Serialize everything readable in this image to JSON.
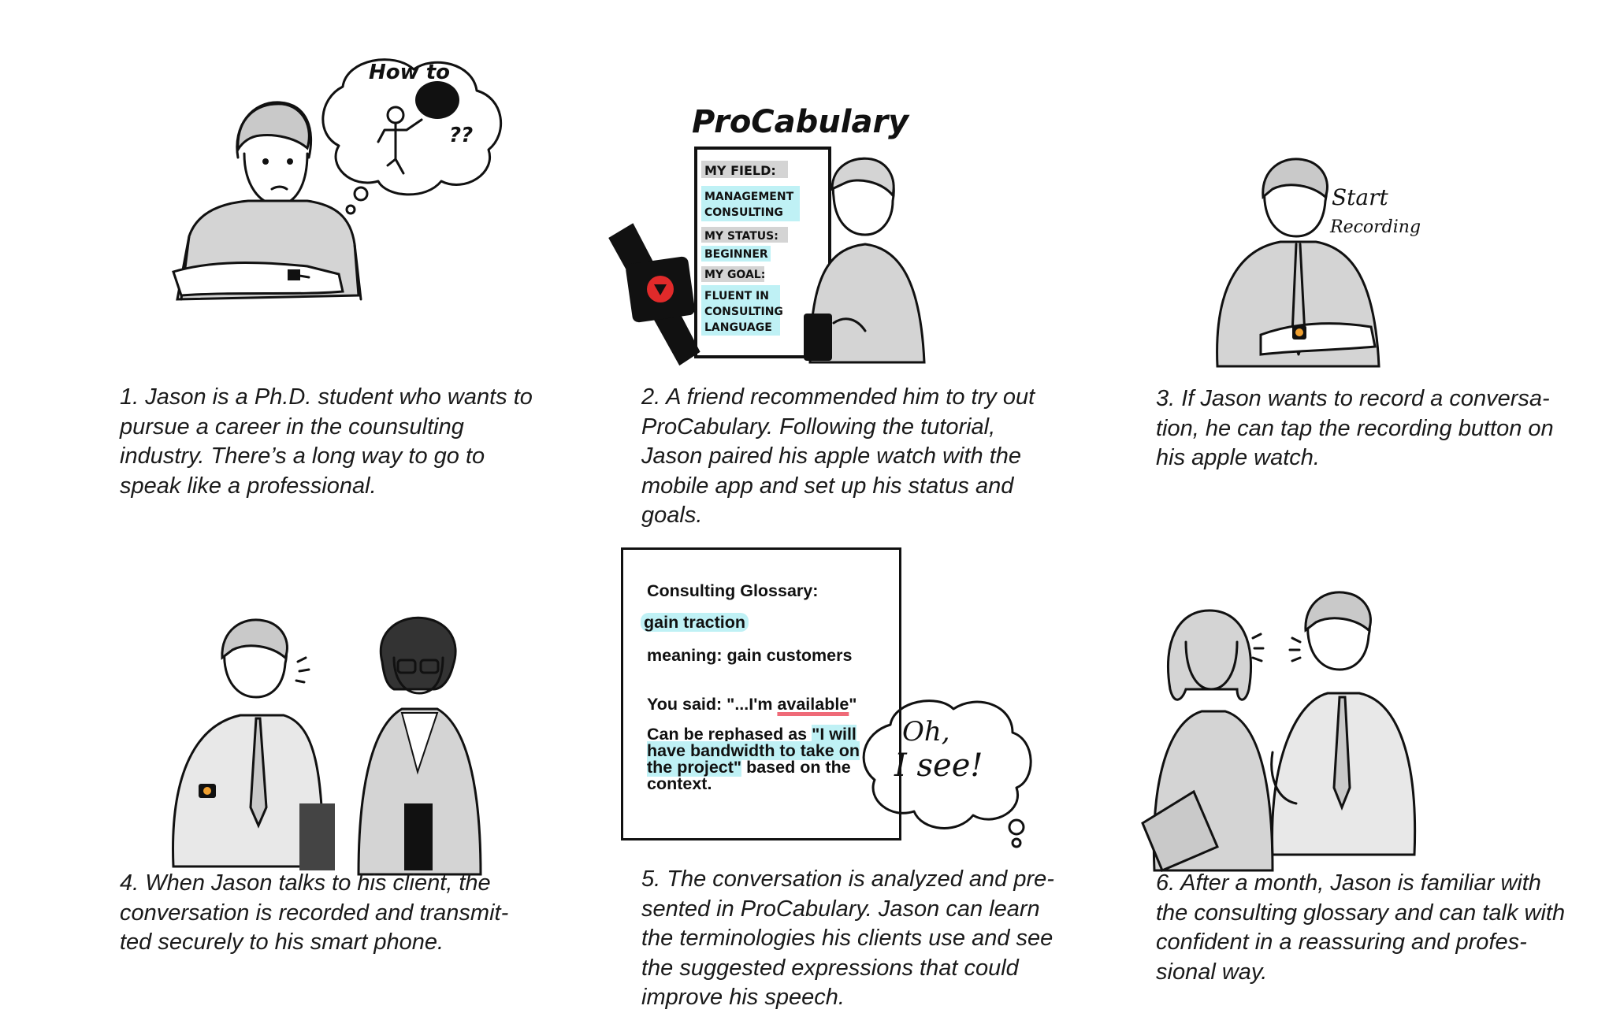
{
  "panels": [
    {
      "caption": "1. Jason is a Ph.D. student who wants to\npursue a career in the counsulting\nindustry. There’s a long way to go to\nspeak like a professional.",
      "thought_bubble": {
        "line1": "How to",
        "marks": "??"
      }
    },
    {
      "caption": "2. A friend recommended him to try out\nProCabulary. Following the tutorial,\nJason paired his apple watch with the\nmobile app and set up his status and\ngoals.",
      "logo": "ProCabulary",
      "card": {
        "field_label": "MY FIELD:",
        "field_value_1": "MANAGEMENT",
        "field_value_2": "CONSULTING",
        "status_label": "MY STATUS:",
        "status_value": "BEGINNER",
        "goal_label": "MY GOAL:",
        "goal_value_1": "FLUENT IN",
        "goal_value_2": "CONSULTING",
        "goal_value_3": "LANGUAGE"
      }
    },
    {
      "caption": "3. If Jason wants to record a conversa-\ntion, he can tap the recording button on\nhis apple watch.",
      "note_line1": "Start",
      "note_line2": "Recording"
    },
    {
      "caption": "4. When Jason talks to his client, the\nconversation is recorded and transmit-\nted securely to his smart phone."
    },
    {
      "caption": "5. The conversation is analyzed and pre-\nsented in ProCabulary. Jason can learn\nthe terminologies his clients use and see\nthe suggested expressions that could\nimprove his speech.",
      "glossary": {
        "title": "Consulting Glossary:",
        "term": "gain traction",
        "meaning": "meaning: gain customers",
        "said_prefix": "You said: \"...I'm ",
        "said_word": "available",
        "said_suffix": "\"",
        "rephrase_prefix": "Can be rephased as ",
        "rephrase_quote_1": "\"I will",
        "rephrase_quote_2": "have bandwidth to take on",
        "rephrase_quote_3": "the project\"",
        "rephrase_suffix_1": " based on the",
        "rephrase_suffix_2": "context."
      },
      "bubble_line1": "Oh,",
      "bubble_line2": "I see!"
    },
    {
      "caption": "6. After a month, Jason is familiar with\nthe consulting glossary and can talk with\nconfident in a reassuring and profes-\nsional way."
    }
  ],
  "colors": {
    "highlight": "#bff1f5",
    "underline_red": "#ef6a78",
    "watch_red": "#e02a2a",
    "ink": "#111111",
    "shade": "#c9c9c9"
  }
}
